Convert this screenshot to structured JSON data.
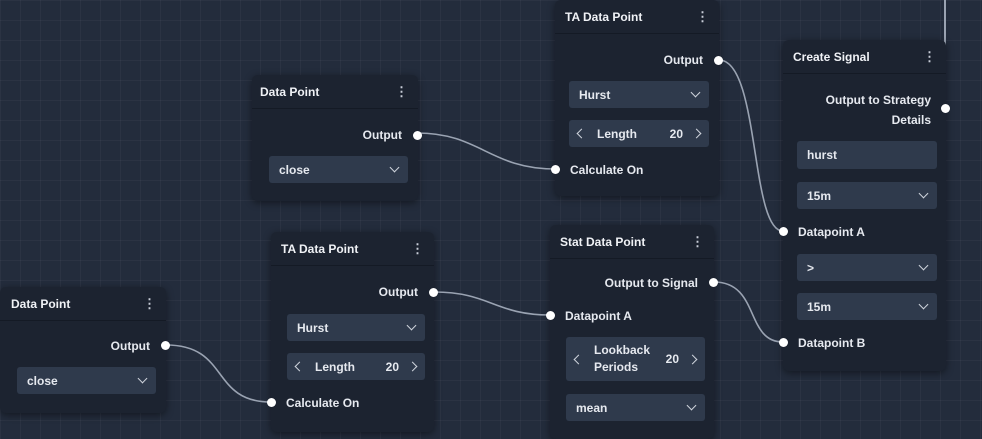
{
  "nodes": {
    "dp1": {
      "title": "Data Point",
      "output": "Output",
      "select": "close"
    },
    "dp2": {
      "title": "Data Point",
      "output": "Output",
      "select": "close"
    },
    "ta1": {
      "title": "TA Data Point",
      "output": "Output",
      "indicator": "Hurst",
      "length_label": "Length",
      "length_value": "20",
      "input": "Calculate On"
    },
    "ta2": {
      "title": "TA Data Point",
      "output": "Output",
      "indicator": "Hurst",
      "length_label": "Length",
      "length_value": "20",
      "input": "Calculate On"
    },
    "stat": {
      "title": "Stat Data Point",
      "output": "Output to Signal",
      "input": "Datapoint A",
      "lookback_label_1": "Lookback",
      "lookback_label_2": "Periods",
      "lookback_value": "20",
      "method": "mean"
    },
    "signal": {
      "title": "Create Signal",
      "output_1": "Output to Strategy",
      "output_2": "Details",
      "name_value": "hurst",
      "timeframe_a": "15m",
      "input_a": "Datapoint A",
      "operator": ">",
      "timeframe_b": "15m",
      "input_b": "Datapoint B"
    }
  },
  "colors": {
    "background": "#232c3c",
    "node": "#1c2330",
    "field": "#2f3a4c",
    "wire": "#9aa3b2",
    "port": "#ffffff"
  }
}
